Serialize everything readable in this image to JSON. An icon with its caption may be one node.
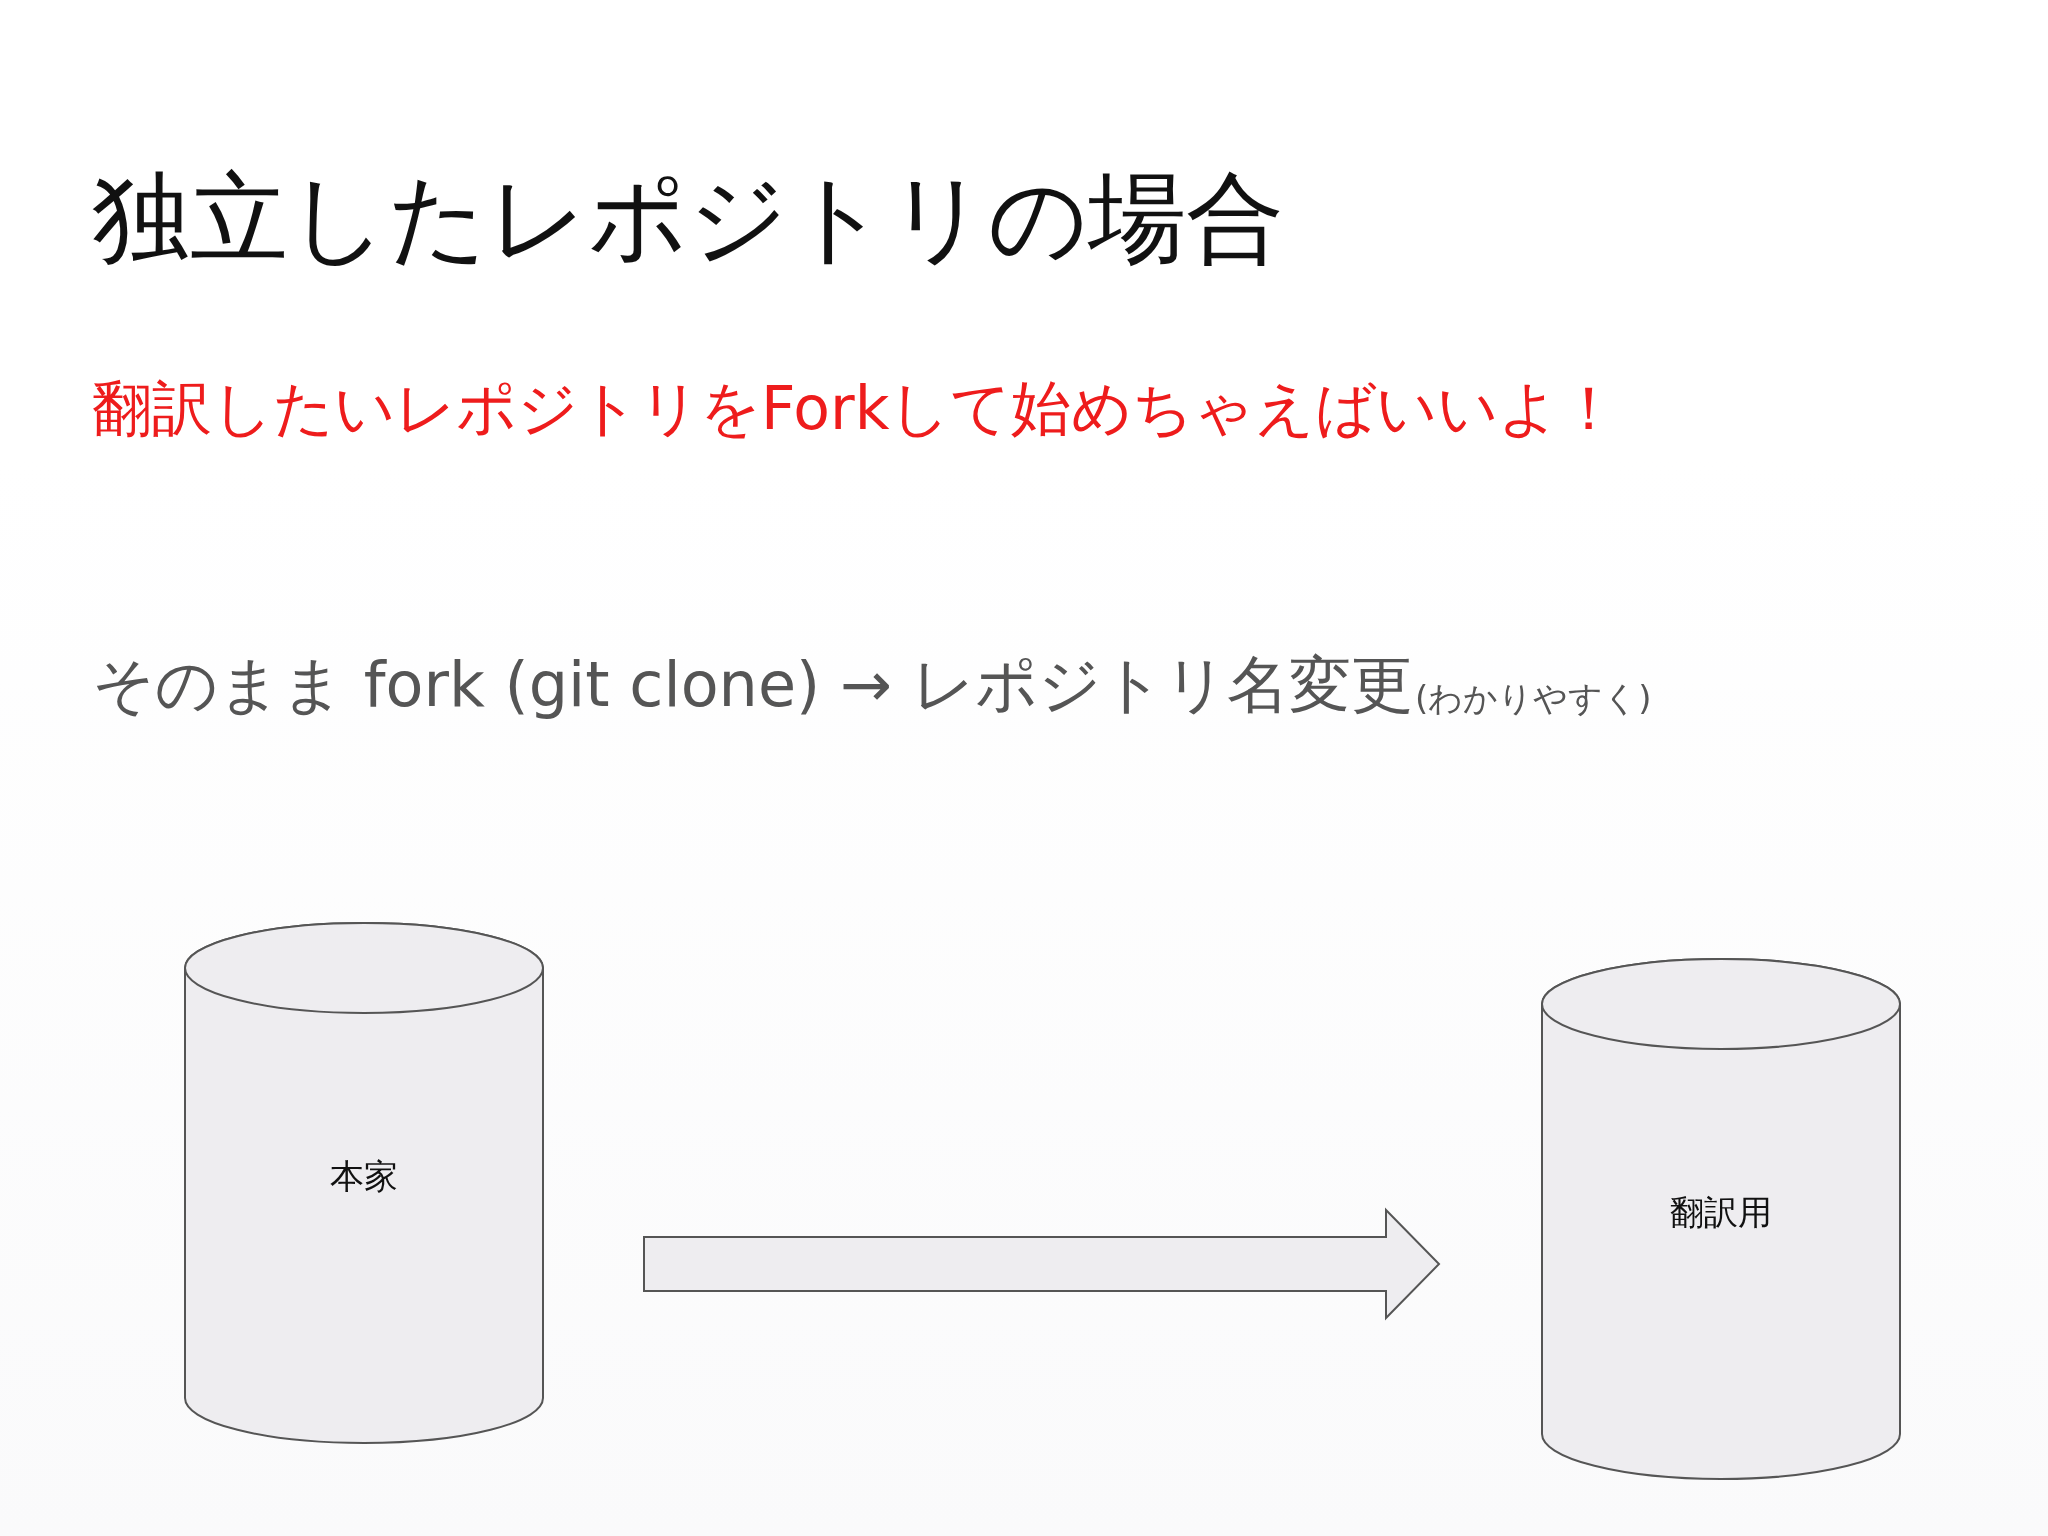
{
  "diagram": {
    "title": "独立したレポジトリの場合",
    "nodes": [
      {
        "text": [
          "本家"
        ]
      },
      {
        "text": [
          "翻訳用"
        ]
      }
    ],
    "edges": [
      {
        "from": 0,
        "to": 1,
        "arrow": "to"
      }
    ],
    "labels": [
      "翻訳したいレポジトリをForkして始めちゃえばいいよ！",
      "そのまま fork (git clone) → レポジトリ名変更",
      "(わかりやすく)"
    ]
  }
}
